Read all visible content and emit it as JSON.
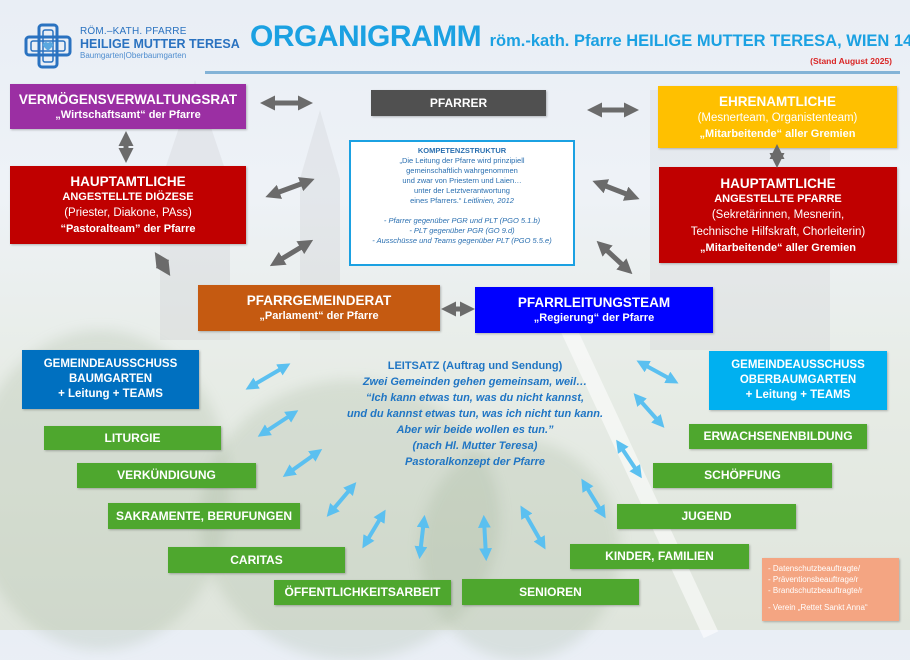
{
  "logo": {
    "icon": "cross-heart-logo-icon",
    "line1": "RÖM.–KATH. PFARRE",
    "line2": "HEILIGE MUTTER TERESA",
    "line3": "Baumgarten|Oberbaumgarten"
  },
  "header": {
    "title": "ORGANIGRAMM",
    "subtitle": "röm.-kath. Pfarre HEILIGE MUTTER TERESA, WIEN 14",
    "date": "(Stand August 2025)"
  },
  "colors": {
    "accent": "#1ba1e2",
    "purple": "#9b2fa3",
    "red": "#c00000",
    "gray": "#505050",
    "yellow": "#ffc000",
    "orange": "#c55a11",
    "blue": "#0000ff",
    "green": "#4ea72e",
    "arrow_gray": "#6b6b6b",
    "arrow_blue": "#5bc0f0"
  },
  "boxes": {
    "vvr": {
      "title": "VERMÖGENSVERWALTUNGSRAT",
      "sub": "„Wirtschaftsamt“ der Pfarre"
    },
    "pfarrer": {
      "title": "PFARRER"
    },
    "ehrenamt": {
      "title": "EHRENAMTLICHE",
      "line": "(Mesnerteam, Organistenteam)",
      "sub": "„Mitarbeitende“ aller Gremien"
    },
    "haupt_dioezese": {
      "title": "HAUPTAMTLICHE",
      "sub1": "ANGESTELLTE DIÖZESE",
      "line": "(Priester, Diakone, PAss)",
      "sub2": "“Pastoralteam” der Pfarre"
    },
    "haupt_pfarre": {
      "title": "HAUPTAMTLICHE",
      "sub1": "ANGESTELLTE PFARRE",
      "line1": "(Sekretärinnen, Mesnerin,",
      "line2": "Technische Hilfskraft, Chorleiterin)",
      "sub2": "„Mitarbeitende“ aller Gremien"
    },
    "pgr": {
      "title": "PFARRGEMEINDERAT",
      "sub": "„Parlament“ der Pfarre"
    },
    "plt": {
      "title": "PFARRLEITUNGSTEAM",
      "sub": "„Regierung“ der Pfarre"
    },
    "ga_baumgarten": {
      "line1": "GEMEINDEAUSSCHUSS",
      "line2": "BAUMGARTEN",
      "line3": "+ Leitung + TEAMS"
    },
    "ga_oberbaumgarten": {
      "line1": "GEMEINDEAUSSCHUSS",
      "line2": "OBERBAUMGARTEN",
      "line3": "+ Leitung + TEAMS"
    }
  },
  "kompetenz": {
    "heading": "KOMPETENZSTRUKTUR",
    "lines": [
      "„Die Leitung der Pfarre wird prinzipiell",
      "gemeinschaftlich wahrgenommen",
      "und zwar von Priestern und Laien…",
      "unter der Letztverantwortung"
    ],
    "last_line": "eines Pfarrers.“",
    "citation": "Leitlinien, 2012",
    "list": [
      "-     Pfarrer gegenüber PGR und PLT (PGO 5.1.b)",
      "-     PLT gegenüber PGR (GO 9.d)",
      "-     Ausschüsse und Teams gegenüber PLT (PGO 5.5.e)"
    ]
  },
  "leitsatz": {
    "heading": "LEITSATZ (Auftrag und Sendung)",
    "lines": [
      "Zwei Gemeinden gehen gemeinsam, weil…",
      "“Ich kann etwas tun, was du nicht kannst,",
      "und du kannst etwas tun, was ich nicht tun kann.",
      "Aber wir beide wollen es tun.”",
      "(nach Hl. Mutter Teresa)",
      "Pastoralkonzept der Pfarre"
    ]
  },
  "teams_left": [
    "LITURGIE",
    "VERKÜNDIGUNG",
    "SAKRAMENTE, BERUFUNGEN",
    "CARITAS",
    "ÖFFENTLICHKEITSARBEIT"
  ],
  "teams_right": [
    "ERWACHSENENBILDUNG",
    "SCHÖPFUNG",
    "JUGEND",
    "KINDER, FAMILIEN",
    "SENIOREN"
  ],
  "beauftragte": [
    "- Datenschutzbeauftragte/",
    "- Präventionsbeauftrage/r",
    "- Brandschutzbeauftragte/r",
    "",
    "- Verein „Rettet Sankt Anna“"
  ]
}
